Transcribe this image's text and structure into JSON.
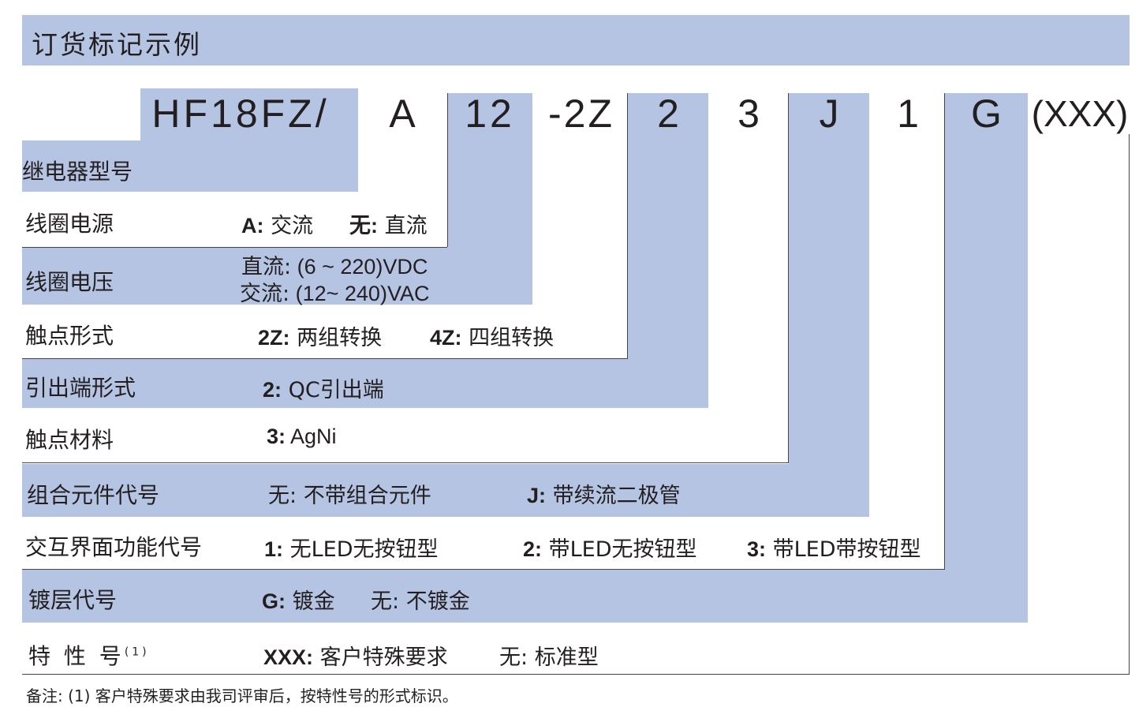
{
  "header": {
    "title": "订货标记示例"
  },
  "code": {
    "model": "HF18FZ/",
    "coil_power": "A",
    "coil_voltage": "12",
    "contact_form": "-2Z",
    "terminal": "2",
    "material": "3",
    "component": "J",
    "interface": "1",
    "plating": "G",
    "special": "(XXX)"
  },
  "rows": {
    "model": {
      "label": "继电器型号"
    },
    "coil_power": {
      "label": "线圈电源",
      "o1_key": "A:",
      "o1_val": " 交流",
      "o2_key": "无:",
      "o2_val": " 直流"
    },
    "coil_voltage": {
      "label": "线圈电压",
      "line1_key": "直流:",
      "line1_val": " (6 ~ 220)VDC",
      "line2_key": "交流:",
      "line2_val": " (12~ 240)VAC"
    },
    "contact_form": {
      "label": "触点形式",
      "o1_key": "2Z:",
      "o1_val": " 两组转换",
      "o2_key": "4Z:",
      "o2_val": " 四组转换"
    },
    "terminal": {
      "label": "引出端形式",
      "o1_key": "2:",
      "o1_val": "  QC引出端"
    },
    "material": {
      "label": "触点材料",
      "o1_key": "3:",
      "o1_val": "  AgNi"
    },
    "component": {
      "label": "组合元件代号",
      "o1_key": "无:",
      "o1_val": " 不带组合元件",
      "o2_key": "J:",
      "o2_val": " 带续流二极管"
    },
    "interface": {
      "label": "交互界面功能代号",
      "o1_key": "1:",
      "o1_val": " 无LED无按钮型",
      "o2_key": "2:",
      "o2_val": " 带LED无按钮型",
      "o3_key": "3:",
      "o3_val": " 带LED带按钮型"
    },
    "plating": {
      "label": "镀层代号",
      "o1_key": "G:",
      "o1_val": " 镀金",
      "o2_key": "无:",
      "o2_val": " 不镀金"
    },
    "special": {
      "label": "特 性 号",
      "label_sup": "(1)",
      "o1_key": "XXX:",
      "o1_val": " 客户特殊要求",
      "o2_key": "无:",
      "o2_val": " 标准型"
    }
  },
  "note": "备注: (1) 客户特殊要求由我司评审后，按特性号的形式标识。",
  "colors": {
    "band": "#b5c4e3",
    "text": "#231f20"
  }
}
